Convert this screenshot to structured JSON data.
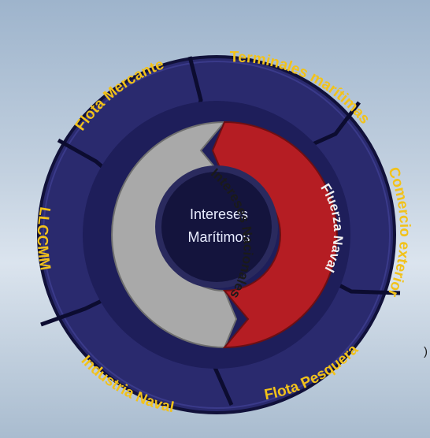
{
  "center": {
    "line1": "Intereses",
    "line2": "Marítimos"
  },
  "inner_arrows": {
    "left": {
      "label": "Intereses Nacionales"
    },
    "right": {
      "label": "Fluerza Naval"
    }
  },
  "outer_segments": [
    "Flota Mercante",
    "Terminales marítimas",
    "Comercio exterior",
    "Flota Pesquera",
    "Industria Naval",
    "LLCCMM"
  ],
  "stray_text": ")",
  "colors": {
    "ring": "#2a2a6e",
    "ring_edge": "#11113a",
    "outer_text": "#f2c21a",
    "left_arrow": "#a9a9a9",
    "right_arrow": "#b51d23",
    "center": "#14143d"
  }
}
